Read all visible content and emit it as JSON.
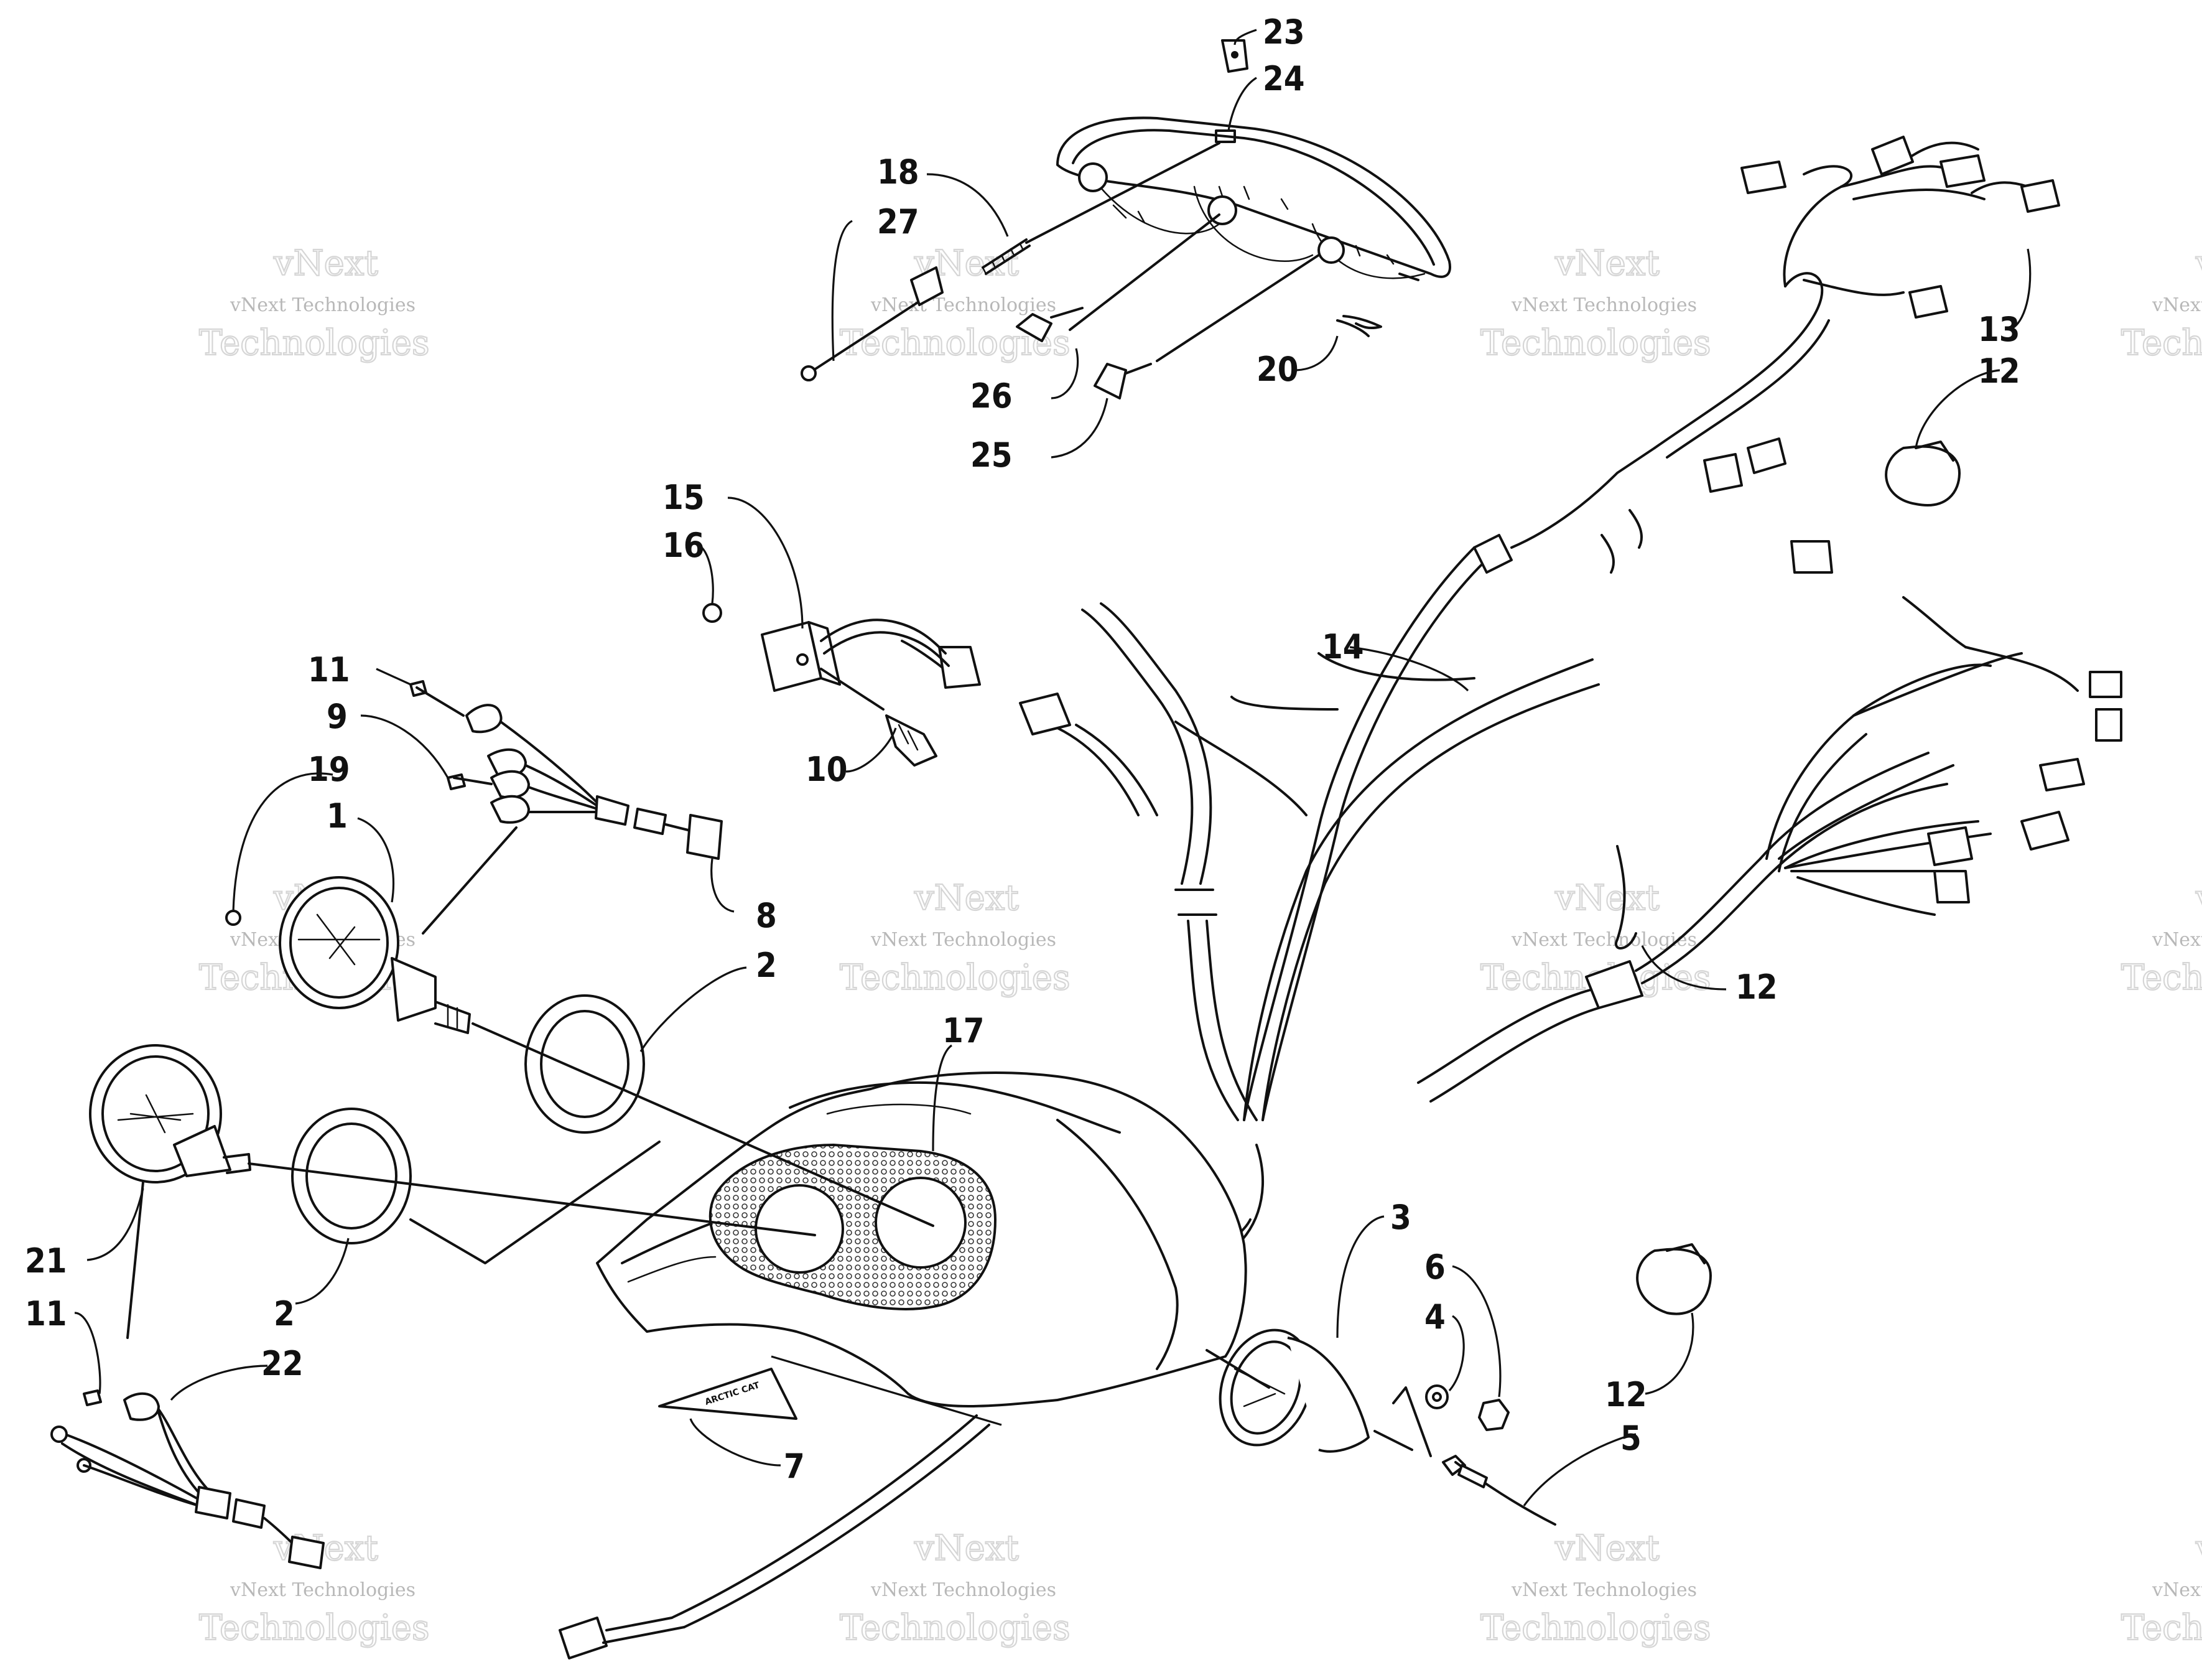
{
  "labels": {
    "p1": "1",
    "p2a": "2",
    "p2b": "2",
    "p3": "3",
    "p4": "4",
    "p5": "5",
    "p6": "6",
    "p7": "7",
    "p8": "8",
    "p9": "9",
    "p10": "10",
    "p11a": "11",
    "p11b": "11",
    "p12a": "12",
    "p12b": "12",
    "p12c": "12",
    "p13": "13",
    "p14": "14",
    "p15": "15",
    "p16": "16",
    "p17": "17",
    "p18": "18",
    "p19": "19",
    "p20": "20",
    "p21": "21",
    "p22": "22",
    "p23": "23",
    "p24": "24",
    "p25": "25",
    "p26": "26",
    "p27": "27"
  },
  "watermark": {
    "line1": "vNext Technologies",
    "line2": "vNext",
    "line3": "Technologies"
  },
  "decal_text": "ARCTIC CAT"
}
